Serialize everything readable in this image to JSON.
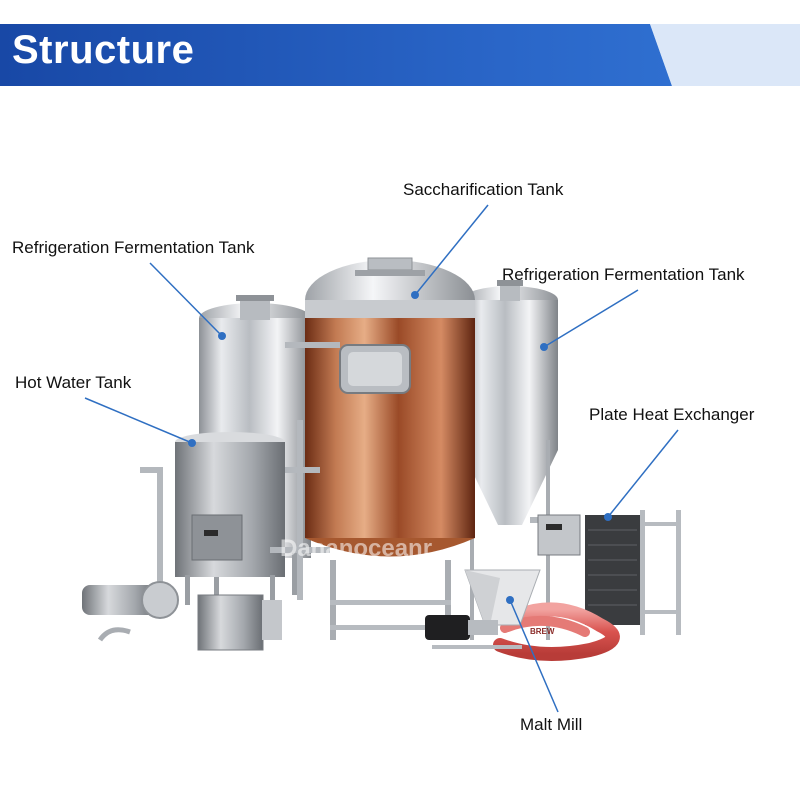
{
  "header": {
    "title": "Structure",
    "band_color": "#1a56b8",
    "band_light_color": "#6f9de0",
    "text_color": "#ffffff"
  },
  "watermark": {
    "text": "Dananoceanr"
  },
  "callout_color": "#2f6fc2",
  "labels": {
    "saccharification_tank": "Saccharification Tank",
    "fermentation_tank_left": "Refrigeration Fermentation Tank",
    "fermentation_tank_right": "Refrigeration Fermentation Tank",
    "hot_water_tank": "Hot Water Tank",
    "plate_heat_exchanger": "Plate Heat Exchanger",
    "malt_mill": "Malt Mill"
  },
  "equipment": {
    "malt_mill_hose_print": "BREW"
  }
}
